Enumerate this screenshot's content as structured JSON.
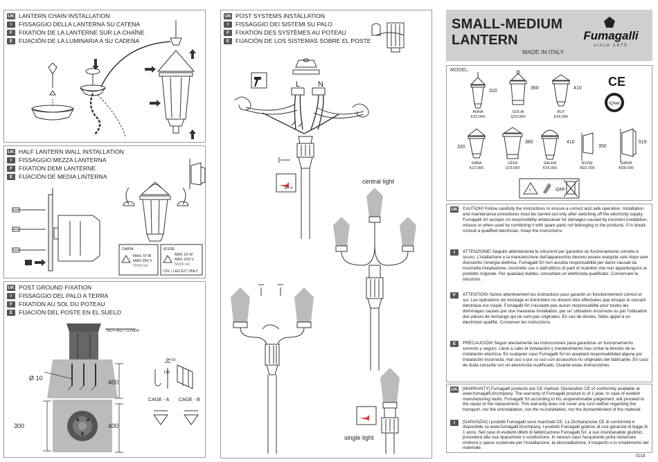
{
  "sections": {
    "chain": {
      "uk": "LANTERN CHAIN INSTALLATION",
      "it": "FISSAGGIO DELLA LANTERNA SU CATENA",
      "fr": "FIXATION DE LA LANTERNE SUR LA CHAÎNE",
      "es": "FIJACIÓN DE LA LUMINARIA A SU CADENA"
    },
    "half": {
      "uk": "HALF LANTERN WALL INSTALLATION",
      "it": "FISSAGGIO MEZZA LANTERNA",
      "fr": "FIXATION DEMI LANTERNE",
      "es": "FIJACIÓN DE MEDIA LINTERNA"
    },
    "ground": {
      "uk": "POST GROUND FIXATION",
      "it": "FISSAGGIO DEL PALO A TERRA",
      "fr": "FIXATION AU SOL DU POTEAU",
      "es": "FIJACIÓN DEL POSTE EN EL SUELO"
    },
    "post": {
      "uk": "POST SYSTEMS INSTALLATION",
      "it": "FISSAGGIO DEI SISTEMI SU PALO",
      "fr": "FIXATION DES SYSTÈMES AU POTEAU",
      "es": "FIJACIÓN DE LOS SISTEMAS SOBRE EL POSTE"
    }
  },
  "lang_codes": {
    "uk": "UK",
    "it": "I",
    "fr": "F",
    "es": "E"
  },
  "half_specs": {
    "daria_title": "DARIA",
    "daria_max1": "MAX 70 W",
    "daria_max2": "MAX 250 V",
    "daria_hz": "50/60 Hz",
    "iesse_title": "IESSE",
    "iesse_max1": "MAX 23 W",
    "iesse_max2": "MAX 250 V",
    "iesse_hz": "50/60 Hz",
    "iesse_cfl": "CFL \\ LED E27 ONLY"
  },
  "ground_labels": {
    "nut": "NUT+NUT COVER",
    "d10": "Ø 10",
    "h400a": "400",
    "h400b": "400",
    "w300": "300",
    "d10small": "Ø=10",
    "h120": "120",
    "cage_a": "CAGE - A",
    "cage_b": "CAGE - B"
  },
  "post_labels": {
    "L": "L",
    "N": "N",
    "central": "central light",
    "single": "single light",
    "wrench": "Ø= 4"
  },
  "product": {
    "title1": "SMALL-MEDIUM",
    "title2": "LANTERN",
    "brand": "Fumagalli",
    "since": "since 1973",
    "made": "MADE IN ITALY",
    "model_label": "MODEL:",
    "ce": "CE",
    "iqnet": "IQNet",
    "off": "OFF"
  },
  "models_row1": [
    {
      "name": "ANNA",
      "code": "E22.000",
      "h": "310"
    },
    {
      "name": "GOLIA",
      "code": "Q23.000",
      "h": "360"
    },
    {
      "name": "RUT",
      "code": "E26.000",
      "h": "410"
    }
  ],
  "models_row2": [
    {
      "name": "SABA",
      "code": "K22.000",
      "h": "320"
    },
    {
      "name": "CEFA",
      "code": "U23.000",
      "h": "380"
    },
    {
      "name": "SALEM",
      "code": "K26.000",
      "h": "410"
    },
    {
      "name": "IESSE",
      "code": "M22.000",
      "h": "350"
    },
    {
      "name": "DARIA",
      "code": "M28.000",
      "h": "515"
    }
  ],
  "caution": {
    "uk": "CAUTION! Follow carefully the instructions to ensure a correct and safe operation. Installation and maintenance procedures must be carried out only after switching off the electricity supply. Fumagalli Srl accepts no responsibility whatsoever for damages caused by incorrect installation, misuse or when used by combining it with spare parts not belonging to the products. If in doubt, consult a qualified electrician. Keep the instructions.",
    "it": "ATTENZIONE! Seguire attentamente le istruzioni per garantire un funzionamento corretto e sicuro. L'istallazione e la manutenzione dell'apparecchio devono essere eseguite solo dopo aver disinserito l'energia elettrica. Fumagalli Srl non accetta responsabilità per danni causati da incorretta installazione, incorretto uso o dall'utilizzo di parti di ricambio che non appartengono al prodotto originale. Per qualsiasi dubbio, consultare un elettricista qualificato. Conservare le istruzioni.",
    "fr": "ATTENTION! Suivre attentivement les instructions pour garantir un fonctionnement correct et sur. Les opérations de montage et d'entretien ne doivent être effectuées que lorsque le courant électrique est coupé. Fumagalli Srl n'accepte pas aucun responsabilité pour toutes les dommages causés par une mauvaise installation, par un' utilisation incorrecte ou par l'utilisation des pièces de rechange qui ne sont pas originales. En cas de doutes, faites appel à un électricien qualifié. Conserver les instructions.",
    "es": "PRECAUCIÓN! Seguir atentamente las instrucciones para garantizar un funcionamiento correcto y seguro. Lleve a cabo la instalación y mantenimiento tras cortar la tensión de la instalación eléctrica. En cualquier caso Fumagalli Srl no aceptará responsabilidad alguna por instalación incorrecta, mal uso o por su uso con accesorios no originales del fabricante. En caso de duda consulte con un electricista cualificado. Guarde estas instrucciones."
  },
  "warranty": {
    "uk": "[WARRANTY] Fumagalli products are CE marked. Declaration CE of conformity available at www.fumagalli.it/company. The warranty of Fumagalli product is of 1 year. In case of evident manufacturing faults, Fumagalli Srl according to his unquestionable judgement, will proceed to the repair or the replacement. This warranty does not cover any cost neither regarding the transport, nor the uninstallation, nor the re-installation, nor the dismantlement of the material.",
    "it": "[GARANZIA] I prodotti Fumagalli sono marchiati CE. La Dichiarazione CE di conformità è disponibile su www.fumagalli.it/company. I prodotti Fumagalli godono di una garanzia di legge di 1 anno. Nel caso di evidenti difetti di fabbricazione Fumagalli Srl, a suo insindacabile giudizio, procederà alla sua riparazione o sostituzione. In nessun caso l'acquirente potrà reclamare rimborsi o spese sostenute per l'installazione, la disinstallazione, il trasporto o lo smaltimento del materiale."
  },
  "page_code": "0219"
}
